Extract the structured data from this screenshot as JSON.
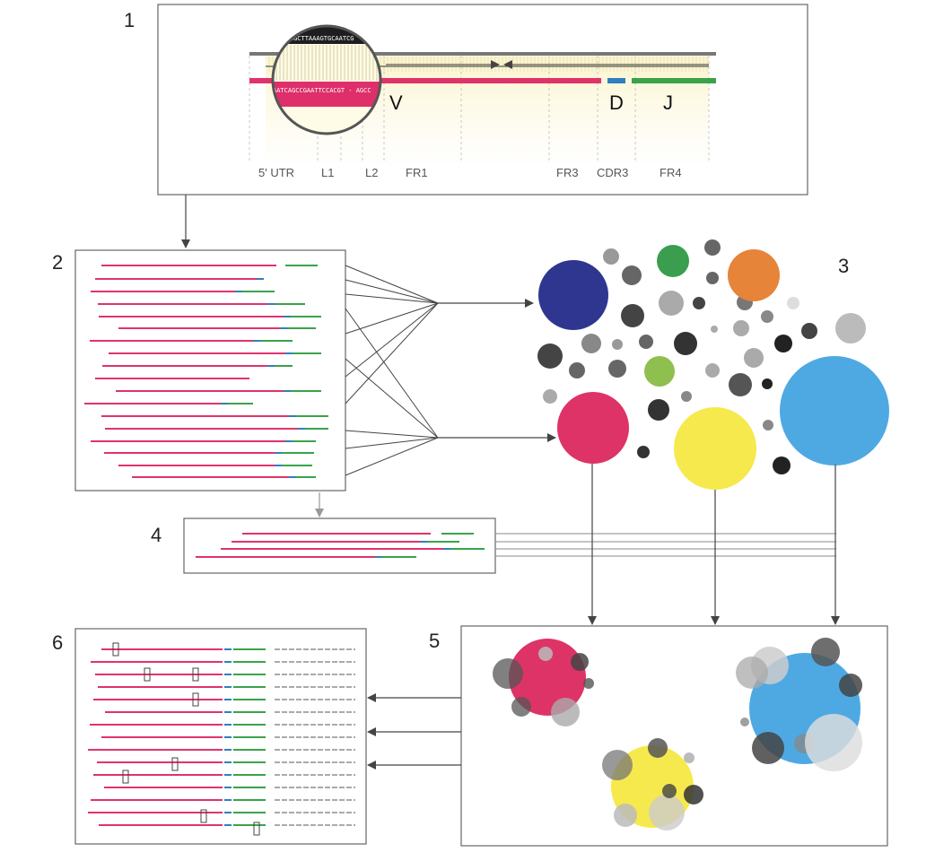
{
  "colors": {
    "v_gene": "#e0336b",
    "d_gene": "#2f7fc1",
    "j_gene": "#3aa34a",
    "highlight": "#fdf8dc",
    "box_stroke": "#555555",
    "arrow": "#444444",
    "clone_navy": "#2e3690",
    "clone_green": "#3a9e4e",
    "clone_orange": "#e6843a",
    "clone_lime": "#8fbf4f",
    "clone_red": "#de3366",
    "clone_yellow": "#f6e94d",
    "clone_blue": "#4ea9e3"
  },
  "panels": {
    "p1": {
      "label": "1"
    },
    "p2": {
      "label": "2"
    },
    "p3": {
      "label": "3"
    },
    "p4": {
      "label": "4"
    },
    "p5": {
      "label": "5"
    },
    "p6": {
      "label": "6"
    }
  },
  "gene_labels": {
    "v": "V",
    "d": "D",
    "j": "J"
  },
  "segments": {
    "utr": "5' UTR",
    "l1": "L1",
    "l2": "L2",
    "fr1": "FR1",
    "fr3": "FR3",
    "cdr3": "CDR3",
    "fr4": "FR4"
  },
  "zoom": {
    "top_sequence": "AGTCGGCTTAAAGTGCAATCG",
    "bottom_sequence": "AATCAGCCGAATTCCACGT - AGCC"
  }
}
